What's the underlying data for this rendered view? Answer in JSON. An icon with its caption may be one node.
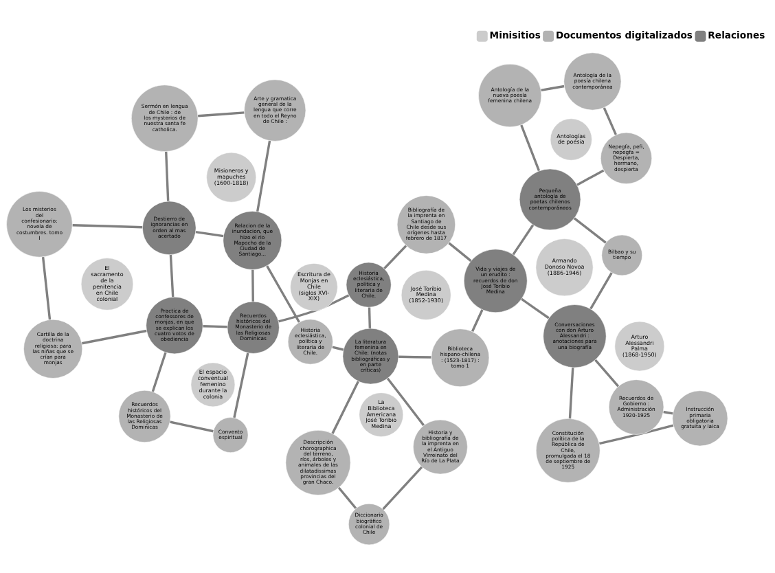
{
  "diagram": {
    "nodes": [
      {
        "text": [
          "Diccionario biográfico colonial de Chile"
        ]
      },
      {
        "text": [
          "Instrucción primaria obligatoria gratuita y laica"
        ]
      },
      {
        "text": [
          "Historia y bibliografía de la imprenta en el Antiguo Virreinato del Río de La Plata"
        ]
      },
      {
        "text": [
          "Arte y gramatica general de la lengua que corre en todo el Reyno de Chile :"
        ]
      },
      {
        "text": [
          "Historia eclesiástica, política y literaria de Chile."
        ]
      },
      {
        "text": [
          "La Biblioteca Americana José Toribio Medina"
        ]
      },
      {
        "text": [
          "Descripción chorographica del terreno, ríos, árboles y animales de las dilatadissimas provincias del gran Chaco."
        ]
      },
      {
        "text": [
          "Arturo Alessandri Palma (1868-1950)"
        ]
      },
      {
        "text": [
          "Constitución política de la República de Chile, promulgada el 18 de septiembre de 1925"
        ]
      },
      {
        "text": [
          "Recuerdos de Gobierno : Administración 1920-1925"
        ]
      },
      {
        "text": [
          "Biblioteca hispano-chilena : (1523-1817) : tomo 1"
        ]
      },
      {
        "text": [
          "Misioneros y mapuches (1600-1818)"
        ]
      },
      {
        "text": [
          "Sermón en lengua de Chile : de los mysterios de nuestra santa fe catholica."
        ]
      },
      {
        "text": [
          "Relacion de la inundacion, que hizo el rio Mapocho de la Ciudad de Santiago..."
        ]
      },
      {
        "text": [
          "Escritura de Monjas en Chile (siglos XVI-XIX)"
        ]
      },
      {
        "text": [
          "La literatura femenina en Chile: (notas bibliográficas y en parte críticas)"
        ]
      },
      {
        "text": [
          "Conversaciones con don Arturo Alessandri : anotaciones para una biografía"
        ]
      },
      {
        "text": [
          "José Toribio Medina (1852-1930)"
        ]
      },
      {
        "text": [
          "Historia eclesiástica, política y literaria de Chile."
        ]
      },
      {
        "text": [
          "Vida y viajes de un erudito : recuerdos de don José Toribio Medina"
        ]
      },
      {
        "text": [
          "Armando Donoso Novoa (1886-1946)"
        ]
      },
      {
        "text": [
          "Destierro de ignorancias en orden al mas acertado"
        ]
      },
      {
        "text": [
          "Recuerdos históricos del Monasterio de las Religiosas Dominicas"
        ]
      },
      {
        "text": [
          "Bibliografía de la imprenta en Santiago de Chile desde sus orígenes hasta febrero de 1817"
        ]
      },
      {
        "text": [
          "Bilbao y su tiempo"
        ]
      },
      {
        "text": [
          "Pequeña antología de poetas chilenos contemporáneos"
        ]
      },
      {
        "text": [
          "El espacio conventual femenino durante la colonia"
        ]
      },
      {
        "text": [
          "El sacramento de la penitencia en Chile colonial"
        ]
      },
      {
        "text": [
          "Practica de confessores de monjas, en que se explican los cuatro votos de obediencia"
        ]
      },
      {
        "text": [
          "Convento espiritual"
        ]
      },
      {
        "text": [
          "Nepegfa, pefi, nepegfa = Despierta, hermano, despierta"
        ]
      },
      {
        "text": [
          "Antologías de poesía"
        ]
      },
      {
        "text": [
          "Los misterios del confesionario: novela de costumbres. tomo I"
        ]
      },
      {
        "text": [
          "Antología de la nueva poesía femenina chilena"
        ]
      },
      {
        "text": [
          "Cartilla de la doctrina religiosa: para las niñas que se crían para monjas"
        ]
      },
      {
        "text": [
          "Recuerdos históricos del Monasterio de las Religiosas Dominicas"
        ]
      },
      {
        "text": [
          "Antología de la poesía chilena contemporánea"
        ]
      }
    ],
    "edges": [
      {
        "from": 3,
        "to": 13,
        "arrow": "none"
      },
      {
        "from": 13,
        "to": 21,
        "arrow": "none"
      },
      {
        "from": 21,
        "to": 12,
        "arrow": "none"
      },
      {
        "from": 12,
        "to": 3,
        "arrow": "none"
      },
      {
        "from": 13,
        "to": 4,
        "arrow": "none"
      },
      {
        "from": 4,
        "to": 15,
        "arrow": "none"
      },
      {
        "from": 15,
        "to": 18,
        "arrow": "none"
      },
      {
        "from": 18,
        "to": 22,
        "arrow": "none"
      },
      {
        "from": 22,
        "to": 13,
        "arrow": "none"
      },
      {
        "from": 2,
        "to": 0,
        "arrow": "none"
      },
      {
        "from": 0,
        "to": 6,
        "arrow": "none"
      },
      {
        "from": 6,
        "to": 15,
        "arrow": "none"
      },
      {
        "from": 15,
        "to": 2,
        "arrow": "none"
      },
      {
        "from": 1,
        "to": 9,
        "arrow": "none"
      },
      {
        "from": 9,
        "to": 16,
        "arrow": "none"
      },
      {
        "from": 16,
        "to": 8,
        "arrow": "none"
      },
      {
        "from": 8,
        "to": 1,
        "arrow": "none"
      },
      {
        "from": 15,
        "to": 10,
        "arrow": "none"
      },
      {
        "from": 10,
        "to": 19,
        "arrow": "none"
      },
      {
        "from": 19,
        "to": 23,
        "arrow": "none"
      },
      {
        "from": 23,
        "to": 18,
        "arrow": "none"
      },
      {
        "from": 16,
        "to": 24,
        "arrow": "none"
      },
      {
        "from": 24,
        "to": 25,
        "arrow": "none"
      },
      {
        "from": 25,
        "to": 19,
        "arrow": "none"
      },
      {
        "from": 19,
        "to": 16,
        "arrow": "none"
      },
      {
        "from": 21,
        "to": 28,
        "arrow": "none"
      },
      {
        "from": 28,
        "to": 34,
        "arrow": "none"
      },
      {
        "from": 34,
        "to": 32,
        "arrow": "none"
      },
      {
        "from": 32,
        "to": 21,
        "arrow": "none"
      },
      {
        "from": 22,
        "to": 29,
        "arrow": "none"
      },
      {
        "from": 29,
        "to": 35,
        "arrow": "none"
      },
      {
        "from": 35,
        "to": 28,
        "arrow": "none"
      },
      {
        "from": 28,
        "to": 22,
        "arrow": "none"
      },
      {
        "from": 25,
        "to": 33,
        "arrow": "none"
      },
      {
        "from": 33,
        "to": 36,
        "arrow": "none"
      },
      {
        "from": 36,
        "to": 30,
        "arrow": "none"
      },
      {
        "from": 30,
        "to": 25,
        "arrow": "none"
      }
    ],
    "legend": [
      {
        "text": "Minisitios",
        "color": "#cccccc"
      },
      {
        "text": "Documentos digitalizados",
        "color": "#b3b3b3"
      },
      {
        "text": "Relaciones",
        "color": "#808080"
      }
    ]
  }
}
